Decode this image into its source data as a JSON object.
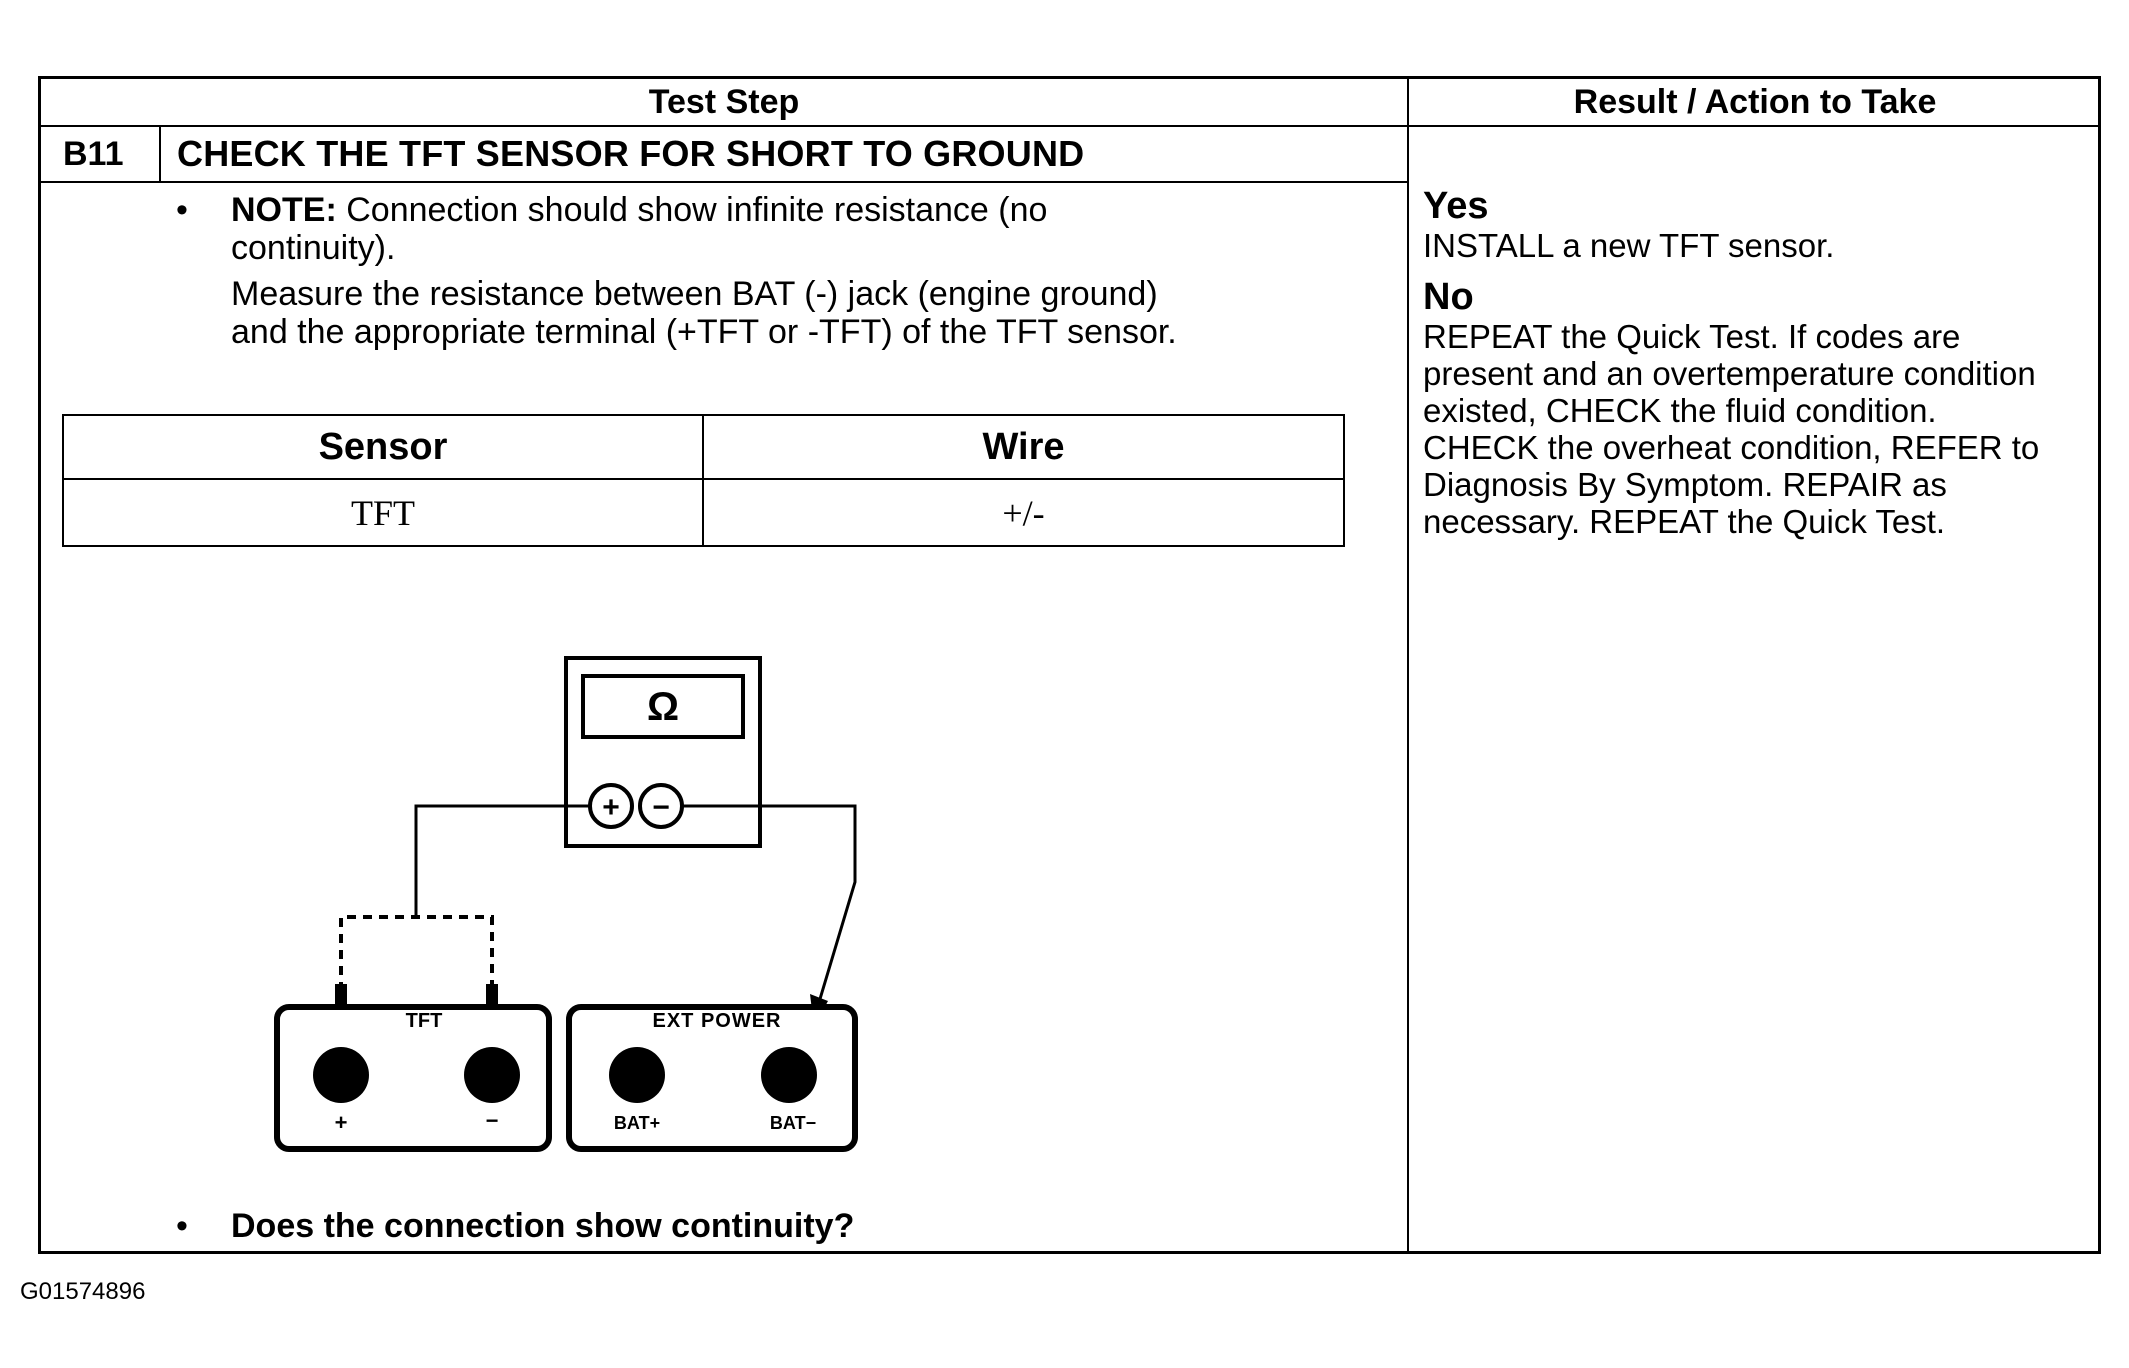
{
  "header": {
    "test_step": "Test Step",
    "result_action": "Result / Action to Take"
  },
  "step": {
    "id": "B11",
    "title": "CHECK THE TFT SENSOR FOR SHORT TO GROUND"
  },
  "instructions": {
    "bullet": "•",
    "note_label": "NOTE:",
    "note_line1": " Connection should show infinite resistance (no",
    "note_line2": "continuity).",
    "measure_line1": "Measure the resistance between BAT (-) jack (engine ground)",
    "measure_line2": "and the appropriate terminal (+TFT or -TFT) of the TFT sensor."
  },
  "sensor_table": {
    "headers": [
      "Sensor",
      "Wire"
    ],
    "rows": [
      [
        "TFT",
        "+/-"
      ]
    ]
  },
  "diagram": {
    "meter_symbol": "Ω",
    "meter_plus": "+",
    "meter_minus": "−",
    "tft_box_label": "TFT",
    "tft_plus": "+",
    "tft_minus": "−",
    "ext_box_label": "EXT POWER",
    "bat_plus": "BAT+",
    "bat_minus": "BAT−"
  },
  "question": "Does the connection show continuity?",
  "results": {
    "yes_label": "Yes",
    "yes_text": "INSTALL a new TFT sensor.",
    "no_label": "No",
    "no_lines": [
      "REPEAT the Quick Test. If codes are",
      "present and an overtemperature condition",
      "existed, CHECK the fluid condition.",
      "CHECK the overheat condition, REFER to",
      "Diagnosis By Symptom. REPAIR as",
      "necessary. REPEAT the Quick Test."
    ]
  },
  "footer_id": "G01574896"
}
